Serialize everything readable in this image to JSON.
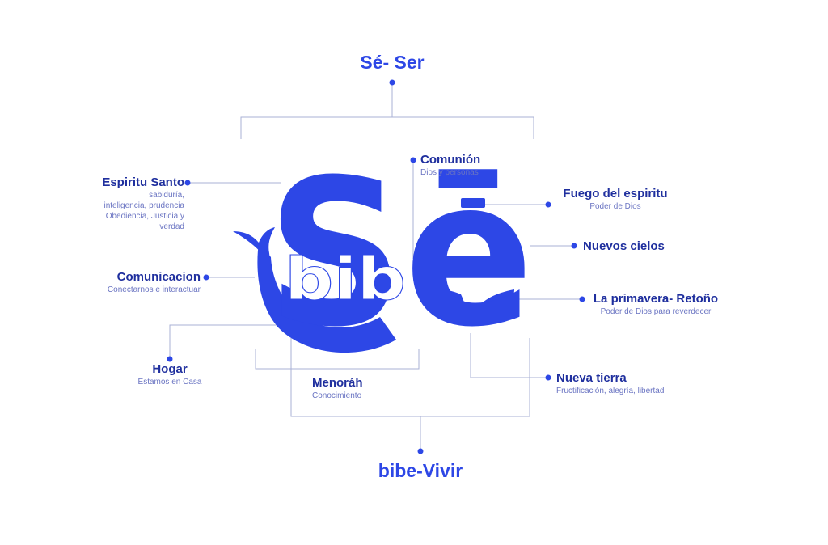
{
  "colors": {
    "brand_blue": "#2d47e6",
    "label_navy": "#1f2f9e",
    "subtext": "#6a74c2",
    "connector": "#a9b1d6"
  },
  "logo": {
    "big_letters": "Sē",
    "inner_word": "bib"
  },
  "top_title": "Sé- Ser",
  "bottom_title": "bibe-Vivir",
  "nodes": {
    "espiritu_santo": {
      "title": "Espiritu Santo",
      "subtitle": "sabiduría,\ninteligencia, prudencia\nObediencia, Justicia y\nverdad"
    },
    "comunicacion": {
      "title": "Comunicacion",
      "subtitle": "Conectarnos e interactuar"
    },
    "hogar": {
      "title": "Hogar",
      "subtitle": "Estamos en Casa"
    },
    "comunion": {
      "title": "Comunión",
      "subtitle": "Dios y personas"
    },
    "fuego": {
      "title": "Fuego del espiritu",
      "subtitle": "Poder de Dios"
    },
    "nuevos_cielos": {
      "title": "Nuevos cielos"
    },
    "primavera": {
      "title": "La primavera- Retoño",
      "subtitle": "Poder de Dios para reverdecer"
    },
    "nueva_tierra": {
      "title": "Nueva tierra",
      "subtitle": "Fructificación, alegría, libertad"
    },
    "menorah": {
      "title": "Menoráh",
      "subtitle": "Conocimiento"
    }
  }
}
